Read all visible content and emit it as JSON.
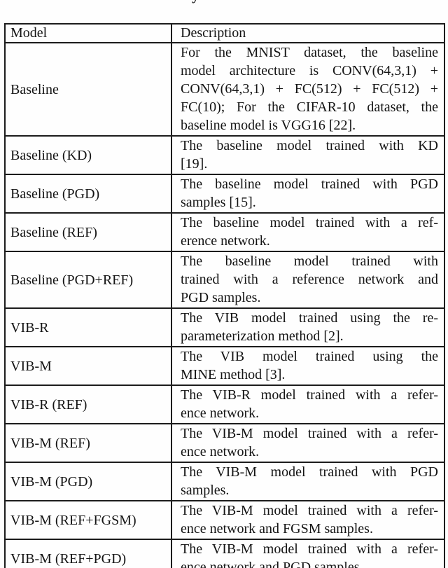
{
  "caption_fragment": "y",
  "table": {
    "header": {
      "model": "Model",
      "description": "Description"
    },
    "rows": [
      {
        "model": "Baseline",
        "desc_lines": [
          "For the MNIST dataset, the baseline",
          "model architecture is CONV(64,3,1) +",
          "CONV(64,3,1) + FC(512) + FC(512) +",
          "FC(10); For the CIFAR-10 dataset, the",
          "baseline model is VGG16 [22]."
        ]
      },
      {
        "model": "Baseline (KD)",
        "desc_lines": [
          "The baseline model trained with KD",
          "[19]."
        ]
      },
      {
        "model": "Baseline (PGD)",
        "desc_lines": [
          "The baseline model trained with PGD",
          "samples [15]."
        ]
      },
      {
        "model": "Baseline (REF)",
        "desc_lines": [
          "The baseline model trained with a ref-",
          "erence network."
        ]
      },
      {
        "model": "Baseline (PGD+REF)",
        "desc_lines": [
          "The baseline model trained with",
          "trained with a reference network and",
          "PGD samples."
        ]
      },
      {
        "model": "VIB-R",
        "desc_lines": [
          "The VIB model trained using the re-",
          "parameterization method [2]."
        ]
      },
      {
        "model": "VIB-M",
        "desc_lines": [
          "The VIB model trained using the",
          "MINE method [3]."
        ]
      },
      {
        "model": "VIB-R (REF)",
        "desc_lines": [
          "The VIB-R model trained with a refer-",
          "ence network."
        ]
      },
      {
        "model": "VIB-M (REF)",
        "desc_lines": [
          "The VIB-M model trained with a refer-",
          "ence network."
        ]
      },
      {
        "model": "VIB-M (PGD)",
        "desc_lines": [
          "The VIB-M model trained with PGD",
          "samples."
        ]
      },
      {
        "model": "VIB-M (REF+FGSM)",
        "desc_lines": [
          "The VIB-M model trained with a refer-",
          "ence network and FGSM samples."
        ]
      },
      {
        "model": "VIB-M (REF+PGD)",
        "desc_lines": [
          "The VIB-M model trained with a refer-",
          "ence network and PGD samples."
        ]
      }
    ]
  }
}
